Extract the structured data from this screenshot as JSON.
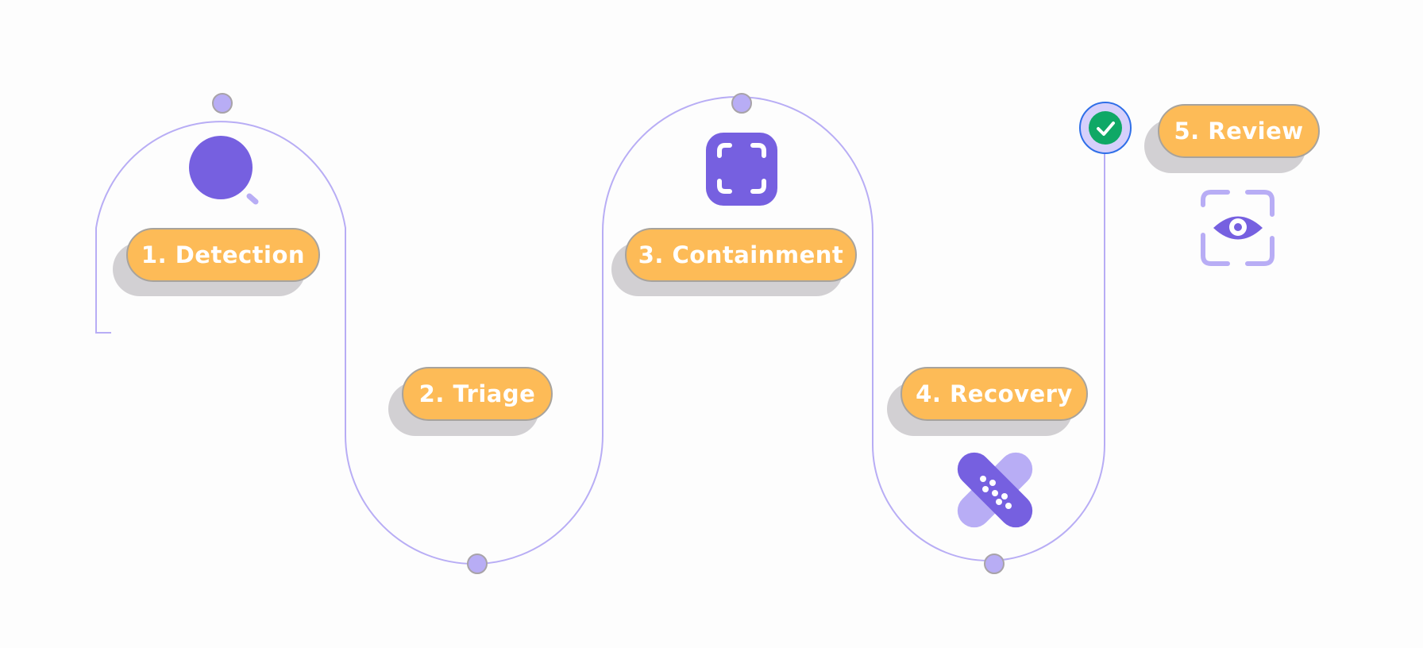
{
  "title": "Incident response process",
  "colors": {
    "accent": "#7660e0",
    "accent_light": "#b8adf5",
    "pill": "#fdbb57",
    "check": "#0fa866"
  },
  "steps": [
    {
      "label": "1. Detection",
      "icon": "magnifier-icon"
    },
    {
      "label": "2. Triage",
      "icon": ""
    },
    {
      "label": "3. Containment",
      "icon": "focus-frame-icon"
    },
    {
      "label": "4. Recovery",
      "icon": "bandage-icon"
    },
    {
      "label": "5. Review",
      "icon": "eye-scan-icon"
    }
  ],
  "end_marker": "check-icon"
}
